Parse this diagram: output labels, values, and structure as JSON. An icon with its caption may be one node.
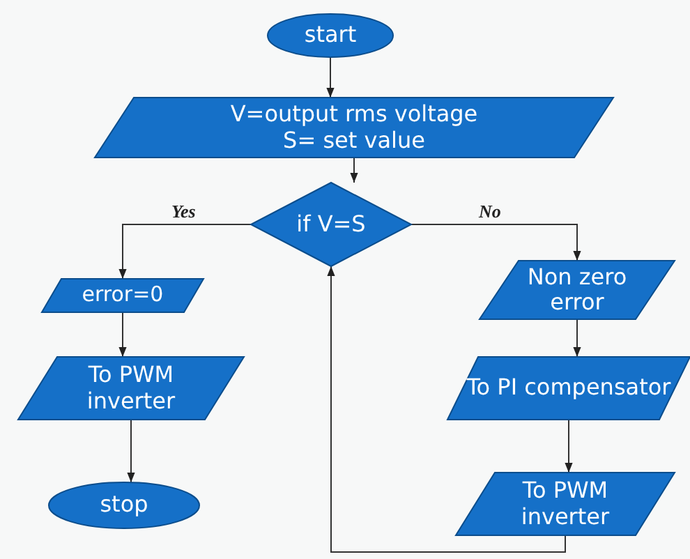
{
  "diagram": {
    "nodes": [
      {
        "text": [
          "start"
        ]
      },
      {
        "text": [
          "V=output rms voltage",
          "S= set value"
        ]
      },
      {
        "text": [
          "if V=S"
        ]
      },
      {
        "text": [
          "error=0"
        ]
      },
      {
        "text": [
          "To PWM inverter"
        ]
      },
      {
        "text": [
          "stop"
        ]
      },
      {
        "text": [
          "Non zero error"
        ]
      },
      {
        "text": [
          "To PI compensator"
        ]
      },
      {
        "text": [
          "To PWM inverter"
        ]
      }
    ],
    "edges": [
      {
        "from": 0,
        "to": 1,
        "arrow": "to"
      },
      {
        "from": 1,
        "to": 2,
        "arrow": "to"
      },
      {
        "from": 2,
        "to": 3,
        "arrow": "to",
        "label": "Yes"
      },
      {
        "from": 2,
        "to": 6,
        "arrow": "to",
        "label": "No"
      },
      {
        "from": 3,
        "to": 4,
        "arrow": "to"
      },
      {
        "from": 4,
        "to": 5,
        "arrow": "to"
      },
      {
        "from": 6,
        "to": 7,
        "arrow": "to"
      },
      {
        "from": 7,
        "to": 8,
        "arrow": "to"
      },
      {
        "from": 8,
        "to": 2,
        "arrow": "to"
      }
    ]
  }
}
